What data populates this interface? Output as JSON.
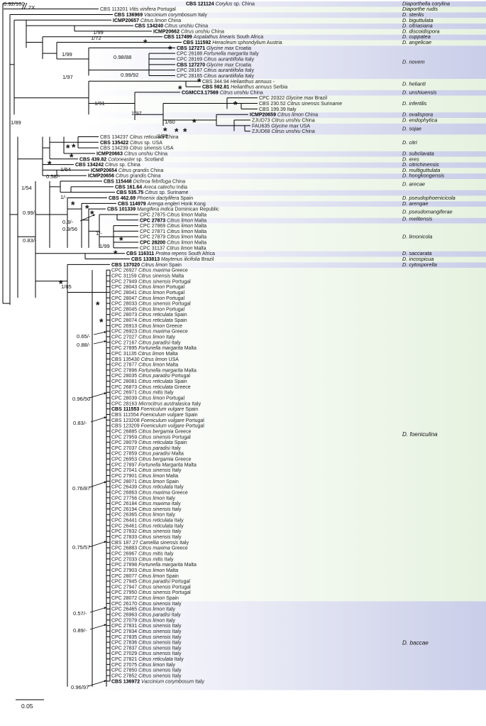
{
  "taxa": [
    [
      "CBS 121124",
      "Corylus",
      " sp. China",
      1
    ],
    [
      "CBS 113201",
      "Vitis vinifera",
      " Portugal",
      0
    ],
    [
      "CBS 136969",
      "Vaccinium corymbosum",
      " Italy",
      1
    ],
    [
      "ICMP20657",
      "Citrus limon",
      " China",
      1
    ],
    [
      "CBS 134240",
      "Citrus unshiu",
      " China",
      1
    ],
    [
      "ICMP20662",
      "Citrus unshiu",
      " China",
      1
    ],
    [
      "CBS 117499",
      "Aspalathus linearis",
      " South Africa",
      1
    ],
    [
      "CBS 111592",
      "Heracleum sphondylium",
      " Austria",
      1
    ],
    [
      "CBS 127271",
      "Glycine max",
      " Croatia",
      1
    ],
    [
      "CPC 26188",
      "Fortunella margarita",
      " Italy",
      0
    ],
    [
      "CPC 28169",
      "Citrus aurantiifolia",
      " Italy",
      0
    ],
    [
      "CBS 127270",
      "Glycine max",
      " Croatia",
      1
    ],
    [
      "CPC 28167",
      "Citrus aurantiifolia",
      " Italy",
      0
    ],
    [
      "CPC 28165",
      "Citrus aurantiifolia",
      " Italy",
      0
    ],
    [
      "CBS 344.94",
      "Helianthus annuus",
      " -",
      0
    ],
    [
      "CBS 592.81",
      "Helianthus annuus",
      " Serbia",
      1
    ],
    [
      "CGMCC3.17569",
      "Citrus unshiu",
      " China",
      1
    ],
    [
      "CPC 20322",
      "Glycine max",
      " Brazil",
      0
    ],
    [
      "CBS 230.52",
      "Citrus sinensis",
      " Suriname",
      0
    ],
    [
      "CBS 199.39",
      "",
      " Italy",
      0
    ],
    [
      "ICMP20659",
      "Citrus limon",
      " China",
      1
    ],
    [
      "ZJUD73",
      "Citrus unshiu",
      " China",
      0
    ],
    [
      "FAU635",
      "Glycine max",
      " USA",
      0
    ],
    [
      "ZJUD68",
      "Citrus unshiu",
      " China",
      0
    ],
    [
      "CBS 134237",
      "Citrus reticulata",
      " China",
      0
    ],
    [
      "CBS 135422",
      "Citrus",
      " sp. USA",
      1
    ],
    [
      "CBS 134239",
      "Citrus sinensis",
      " USA",
      0
    ],
    [
      "ICMP20663",
      "Citrus unshiu",
      " China",
      1
    ],
    [
      "CBS 439.82",
      "Cotoneaster",
      " sp. Scotland",
      1
    ],
    [
      "CBS 134242",
      "Citrus",
      " sp. China",
      1
    ],
    [
      "ICMP20654",
      "Citrus grandis",
      " China",
      1
    ],
    [
      "ICMP20656",
      "Citrus grandis",
      " China",
      1
    ],
    [
      "CBS 115448",
      "Dichroa febrifuga",
      " China",
      1
    ],
    [
      "CBS 161.64",
      "Areca catechu",
      " India",
      1
    ],
    [
      "CBS 535.75",
      "Citrus",
      " sp. Suriname",
      1
    ],
    [
      "CBS 462.69",
      "Phoenix dactylifera",
      " Spain",
      1
    ],
    [
      "CBS 114979",
      "Arenga engleri",
      " Honk Kong",
      1
    ],
    [
      "CBS 101339",
      "Mangifera indica",
      " Dominican Republic",
      1
    ],
    [
      "CPC 27875",
      "Citrus limon",
      " Malta",
      0
    ],
    [
      "CPC 27873",
      "Citrus limon",
      " Malta",
      1
    ],
    [
      "CPC 27869",
      "Citrus limon",
      " Malta",
      0
    ],
    [
      "CPC 27871",
      "Citrus limon",
      " Malta",
      0
    ],
    [
      "CPC 27879",
      "Citrus limon",
      " Malta",
      0
    ],
    [
      "CPC 28200",
      "Citrus limon",
      " Malta",
      1
    ],
    [
      "CPC 31137",
      "Citrus limon",
      " Malta",
      0
    ],
    [
      "CBS 116311",
      "Protea repens",
      " South Africa",
      1
    ],
    [
      "CBS 133813",
      "Maytenus ilicifolia",
      " Brazil",
      1
    ],
    [
      "CBS 137020",
      "Citrus limon",
      " Spain",
      1
    ],
    [
      "CPC 26927",
      "Citrus maxima",
      " Greece",
      0
    ],
    [
      "CPC 31159",
      "Citrus sinensis",
      " Malta",
      0
    ],
    [
      "CPC 27949",
      "Citrus sinensis",
      " Portugal",
      0
    ],
    [
      "CPC 28043",
      "Citrus limon",
      " Portugal",
      0
    ],
    [
      "CPC 28041",
      "Citrus limon",
      " Portugal",
      0
    ],
    [
      "CPC 28047",
      "Citrus limon",
      " Portugal",
      0
    ],
    [
      "CPC 28033",
      "Citrus sinensis",
      " Portugal",
      0
    ],
    [
      "CPC 28045",
      "Citrus limon",
      " Portugal",
      0
    ],
    [
      "CPC 28073",
      "Citrus reticulata",
      " Spain",
      0
    ],
    [
      "CPC 28074",
      "Citrus reticulata",
      " Spain",
      0
    ],
    [
      "CPC 26913",
      "Citrus limon",
      " Greece",
      0
    ],
    [
      "CPC 26923",
      "Citrus maxima",
      " Greece",
      0
    ],
    [
      "CPC 27027",
      "Citrus limon",
      " Italy",
      0
    ],
    [
      "CPC 27167",
      "Citrus paradisi",
      " Italy",
      0
    ],
    [
      "CPC 27895",
      "Fortunella margarita",
      " Malta",
      0
    ],
    [
      "CPC 31135",
      "Citrus limon",
      " Malta",
      0
    ],
    [
      "CBS 135430",
      "Citrus limon",
      " USA",
      0
    ],
    [
      "CPC 27877",
      "Citrus limon",
      " Malta",
      0
    ],
    [
      "CPC 27896",
      "Fortunella margarita",
      " Malta",
      0
    ],
    [
      "CPC 28035",
      "Citrus paradisi",
      " Portugal",
      0
    ],
    [
      "CPC 28081",
      "Citrus reticulata",
      " Spain",
      0
    ],
    [
      "CPC 26873",
      "Citrus reticulata",
      " Greece",
      0
    ],
    [
      "CPC 26971",
      "Citrus mitis",
      " Italy",
      0
    ],
    [
      "CPC 28039",
      "Citrus limon",
      " Portugal",
      0
    ],
    [
      "CPC 28163",
      "Microcitrus australasica",
      " Italy",
      0
    ],
    [
      "CBS 111553",
      "Foeniculum vulgare",
      " Spain",
      1
    ],
    [
      "CBS 111554",
      "Foeniculum vulgare",
      " Spain",
      0
    ],
    [
      "CBS 123208",
      "Foeniculum vulgare",
      " Portugal",
      0
    ],
    [
      "CBS 123209",
      "Foeniculum vulgare",
      " Portugal",
      0
    ],
    [
      "CPC 26885",
      "Citrus bergamia",
      " Greece",
      0
    ],
    [
      "CPC 27959",
      "Citrus sinensis",
      " Portugal",
      0
    ],
    [
      "CPC 28079",
      "Citrus reticulata",
      " Spain",
      0
    ],
    [
      "CPC 27037",
      "Citrus paradisi",
      " Italy",
      0
    ],
    [
      "CPC 27859",
      "Citrus paradisi",
      " Malta",
      0
    ],
    [
      "CPC 26953",
      "Citrus bergamia",
      " Greece",
      0
    ],
    [
      "CPC 27897",
      "Fortunella Margarita",
      " Malta",
      0
    ],
    [
      "CPC 27041",
      "Citrus sinensis",
      " Italy",
      0
    ],
    [
      "CPC 27901",
      "Citrus limon",
      " Malta",
      0
    ],
    [
      "CPC 28071",
      "Citrus limon",
      " Spain",
      0
    ],
    [
      "CPC 26439",
      "Citrus reticulata",
      " Italy",
      0
    ],
    [
      "CPC 26863",
      "Citrus maxima",
      " Greece",
      0
    ],
    [
      "CPC 27756",
      "Citrus limon",
      " Italy",
      0
    ],
    [
      "CPC 26184",
      "Citrus maxima",
      " Italy",
      0
    ],
    [
      "CPC 26194",
      "Citrus sinensis",
      " Italy",
      0
    ],
    [
      "CPC 26365",
      "Citrus limon",
      " Italy",
      0
    ],
    [
      "CPC 26441",
      "Citrus reticulata",
      " Italy",
      0
    ],
    [
      "CPC 26461",
      "Citrus reticulata",
      " Italy",
      0
    ],
    [
      "CPC 27832",
      "Citrus sinensis",
      " Italy",
      0
    ],
    [
      "CPC 27833",
      "Citrus sinensis",
      " Italy",
      0
    ],
    [
      "CBS 187.27",
      "Camellia sinensis",
      " Italy",
      0
    ],
    [
      "CPC 26883",
      "Citrus maxima",
      " Greece",
      0
    ],
    [
      "CPC 26967",
      "Citrus mitis",
      " Italy",
      0
    ],
    [
      "CPC 27033",
      "Citrus mitis",
      " Italy",
      0
    ],
    [
      "CPC 27898",
      "Fortunella margarita",
      " Malta",
      0
    ],
    [
      "CPC 27903",
      "Citrus limon",
      " Malta",
      0
    ],
    [
      "CPC 28077",
      "Citrus limon",
      " Spain",
      0
    ],
    [
      "CPC 27945",
      "Citrus paradisi",
      " Portugal",
      0
    ],
    [
      "CPC 27947",
      "Citrus sinensis",
      " Portugal",
      0
    ],
    [
      "CPC 27950",
      "Citrus sinensis",
      " Portugal",
      0
    ],
    [
      "CPC 28072",
      "Citrus limon",
      " Spain",
      0
    ],
    [
      "CPC 26170",
      "Citrus sinensis",
      " Italy",
      0
    ],
    [
      "CPC 26465",
      "Citrus limon",
      " Italy",
      0
    ],
    [
      "CPC 26963",
      "Citrus paradisi",
      " Italy",
      0
    ],
    [
      "CPC 27079",
      "Citrus limon",
      " Italy",
      0
    ],
    [
      "CPC 27831",
      "Citrus sinensis",
      " Italy",
      0
    ],
    [
      "CPC 27834",
      "Citrus sinensis",
      " Italy",
      0
    ],
    [
      "CPC 27835",
      "Citrus sinensis",
      " Italy",
      0
    ],
    [
      "CPC 27836",
      "Citrus sinensis",
      " Italy",
      0
    ],
    [
      "CPC 27837",
      "Citrus sinensis",
      " Italy",
      0
    ],
    [
      "CPC 27029",
      "Citrus sinensis",
      " Italy",
      0
    ],
    [
      "CPC 27821",
      "Citrus reticulata",
      " Italy",
      0
    ],
    [
      "CPC 27075",
      "Citrus limon",
      " Italy",
      0
    ],
    [
      "CPC 27850",
      "Citrus sinensis",
      " Italy",
      0
    ],
    [
      "CPC 27852",
      "Citrus sinensis",
      " Italy",
      0
    ],
    [
      "CBS 136972",
      "Vaccinium corymbosum",
      " Italy",
      1
    ]
  ],
  "clades": [
    [
      "Diaporthella corylina",
      "#000000"
    ],
    [
      "Diaporthe rudis",
      "#000000"
    ],
    [
      "D. sterilis",
      "#000000"
    ],
    [
      "D. biguttulata",
      "#000000"
    ],
    [
      "D. citriasiana",
      "#000000"
    ],
    [
      "D. discoidispora",
      "#000000"
    ],
    [
      "D. cuppatea",
      "#000000"
    ],
    [
      "D. angelicae",
      "#000000"
    ],
    [
      "D. novem",
      "#000000"
    ],
    [
      "D. helianti",
      "#000000"
    ],
    [
      "D. unshiuensis",
      "#000000"
    ],
    [
      "D. infertilis",
      "#e23a3a"
    ],
    [
      "D. ovalispora",
      "#000000"
    ],
    [
      "D. endophytica",
      "#000000"
    ],
    [
      "D. sojae",
      "#000000"
    ],
    [
      "D. citri",
      "#000000"
    ],
    [
      "D. subclavata",
      "#000000"
    ],
    [
      "D. eres",
      "#000000"
    ],
    [
      "D. citrichinensis",
      "#000000"
    ],
    [
      "D. multiguttulata",
      "#000000"
    ],
    [
      "D. hongkongensis",
      "#000000"
    ],
    [
      "D. arecae",
      "#000000"
    ],
    [
      "D. pseudophoenicicola",
      "#000000"
    ],
    [
      "D. arengae",
      "#000000"
    ],
    [
      "D. pseudomangiferae",
      "#000000"
    ],
    [
      "D. melitensis",
      "#e23a3a"
    ],
    [
      "D. limonicola",
      "#e23a3a"
    ],
    [
      "D. saccarata",
      "#000000"
    ],
    [
      "D. incospicua",
      "#000000"
    ],
    [
      "D. cytosporella",
      "#000000"
    ],
    [
      "D. foeniculina",
      "#000000"
    ],
    [
      "D. baccae",
      "#000000"
    ]
  ],
  "supports": [
    "0.92/100",
    "1/99",
    "1/72",
    "1/99",
    "0.98/88",
    "0.99/92",
    "1/97",
    "1/91",
    "1/97",
    "1/60",
    "1/99",
    "1/89",
    "1/64",
    "0.58/-",
    "1/54",
    "1/-",
    "0.8/-",
    "0.9/56",
    "1/-",
    "1/99",
    "0.99/-",
    "0.83/-",
    "1/85",
    "0.65/-",
    "0.88/-",
    "0.96/50",
    "0.83/-",
    "0.76/87",
    "0.75/57",
    "0.57/-",
    "0.89/-",
    "0.96/97"
  ],
  "misc": {
    "scale": "0.05",
    "break": "2X"
  },
  "colors": {
    "band_blue": "#c9cde8",
    "band_green": "#e6f2e0",
    "line": "#000000",
    "red_clade": "#e23a3a"
  }
}
